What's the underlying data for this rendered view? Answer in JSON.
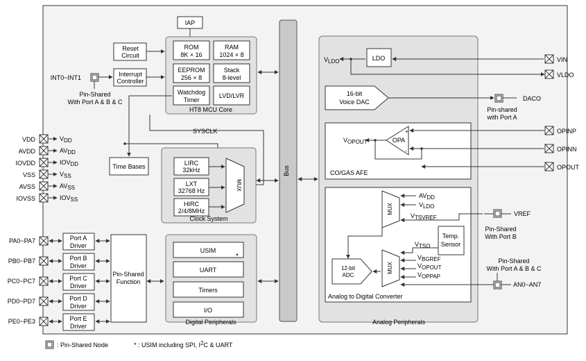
{
  "core": {
    "title": "HT8 MCU Core",
    "iap": "IAP",
    "rom": [
      "ROM",
      "8K × 16"
    ],
    "ram": [
      "RAM",
      "1024 × 8"
    ],
    "eeprom": [
      "EEPROM",
      "256 × 8"
    ],
    "stack": [
      "Stack",
      "8-level"
    ],
    "watchdog": [
      "Watchdog",
      "Timer"
    ],
    "lvd": "LVD/LVR"
  },
  "reset": [
    "Reset",
    "Circuit"
  ],
  "interrupt": [
    "Interrupt",
    "Controller"
  ],
  "int_pin": "INT0~INT1",
  "int_shared": [
    "Pin-Shared",
    "With Port A & B & C"
  ],
  "sysclk": "SYSCLK",
  "time_bases": "Time Bases",
  "clock": {
    "title": "Clock System",
    "lirc": [
      "LIRC",
      "32kHz"
    ],
    "lxt": [
      "LXT",
      "32768 Hz"
    ],
    "hirc": [
      "HIRC",
      "2/4/8MHz"
    ],
    "mux": "MUX"
  },
  "power_pins": [
    {
      "pin": "VDD",
      "sym": "V",
      "sub": "DD"
    },
    {
      "pin": "AVDD",
      "sym": "AV",
      "sub": "DD"
    },
    {
      "pin": "IOVDD",
      "sym": "IOV",
      "sub": "DD"
    },
    {
      "pin": "VSS",
      "sym": "V",
      "sub": "SS"
    },
    {
      "pin": "AVSS",
      "sym": "AV",
      "sub": "SS"
    },
    {
      "pin": "IOVSS",
      "sym": "IOV",
      "sub": "SS"
    }
  ],
  "ports": [
    {
      "pins": "PA0~PA7",
      "drv": [
        "Port A",
        "Driver"
      ]
    },
    {
      "pins": "PB0~PB7",
      "drv": [
        "Port B",
        "Driver"
      ]
    },
    {
      "pins": "PC0~PC7",
      "drv": [
        "Port C",
        "Driver"
      ]
    },
    {
      "pins": "PD0~PD7",
      "drv": [
        "Port D",
        "Driver"
      ]
    },
    {
      "pins": "PE0~PE3",
      "drv": [
        "Port E",
        "Driver"
      ]
    }
  ],
  "pin_shared_function": [
    "Pin-Shared",
    "Function"
  ],
  "digital": {
    "title": "Digital Peripherals",
    "items": [
      "USIM",
      "UART",
      "Timers",
      "I/O"
    ],
    "usim_mark": "*"
  },
  "bus": "Bus",
  "analog": {
    "title": "Analog Peripherals",
    "vldo_label": "V",
    "vldo_sub": "LDO",
    "ldo": "LDO",
    "vin": "VIN",
    "vldo_pin": "VLDO",
    "dac": [
      "16-bit",
      "Voice DAC"
    ],
    "daco": "DACO",
    "daco_shared": [
      "Pin-shared",
      "with Port A"
    ],
    "afe_title": "CO/GAS AFE",
    "opa": "OPA",
    "vopout": "V",
    "vopout_sub": "OPOUT",
    "opinp": "OPINP",
    "opinn": "OPINN",
    "opout": "OPOUT",
    "adc_title": "Analog to Digital Converter",
    "mux": "MUX",
    "avdd": "AV",
    "avdd_sub": "DD",
    "vldo2": "V",
    "vldo2_sub": "LDO",
    "vtsvref": "V",
    "vtsvref_sub": "TSVREF",
    "vref": "VREF",
    "vref_shared": [
      "Pin-Shared",
      "With Port B"
    ],
    "temp": [
      "Temp.",
      "Sensor"
    ],
    "vtso": "V",
    "vtso_sub": "TSO",
    "vbgref": "V",
    "vbgref_sub": "BGREF",
    "vopout2": "V",
    "vopout2_sub": "OPOUT",
    "voppap": "V",
    "voppap_sub": "OPPAP",
    "adc": [
      "12-bit",
      "ADC"
    ],
    "an_shared": [
      "Pin-Shared",
      "With Port A & B & C"
    ],
    "an_pin": "AN0~AN7"
  },
  "legend": {
    "node": ": Pin-Shared Node",
    "note_pre": "* : USIM including SPI, I",
    "note_sup": "2",
    "note_post": "C & UART"
  }
}
